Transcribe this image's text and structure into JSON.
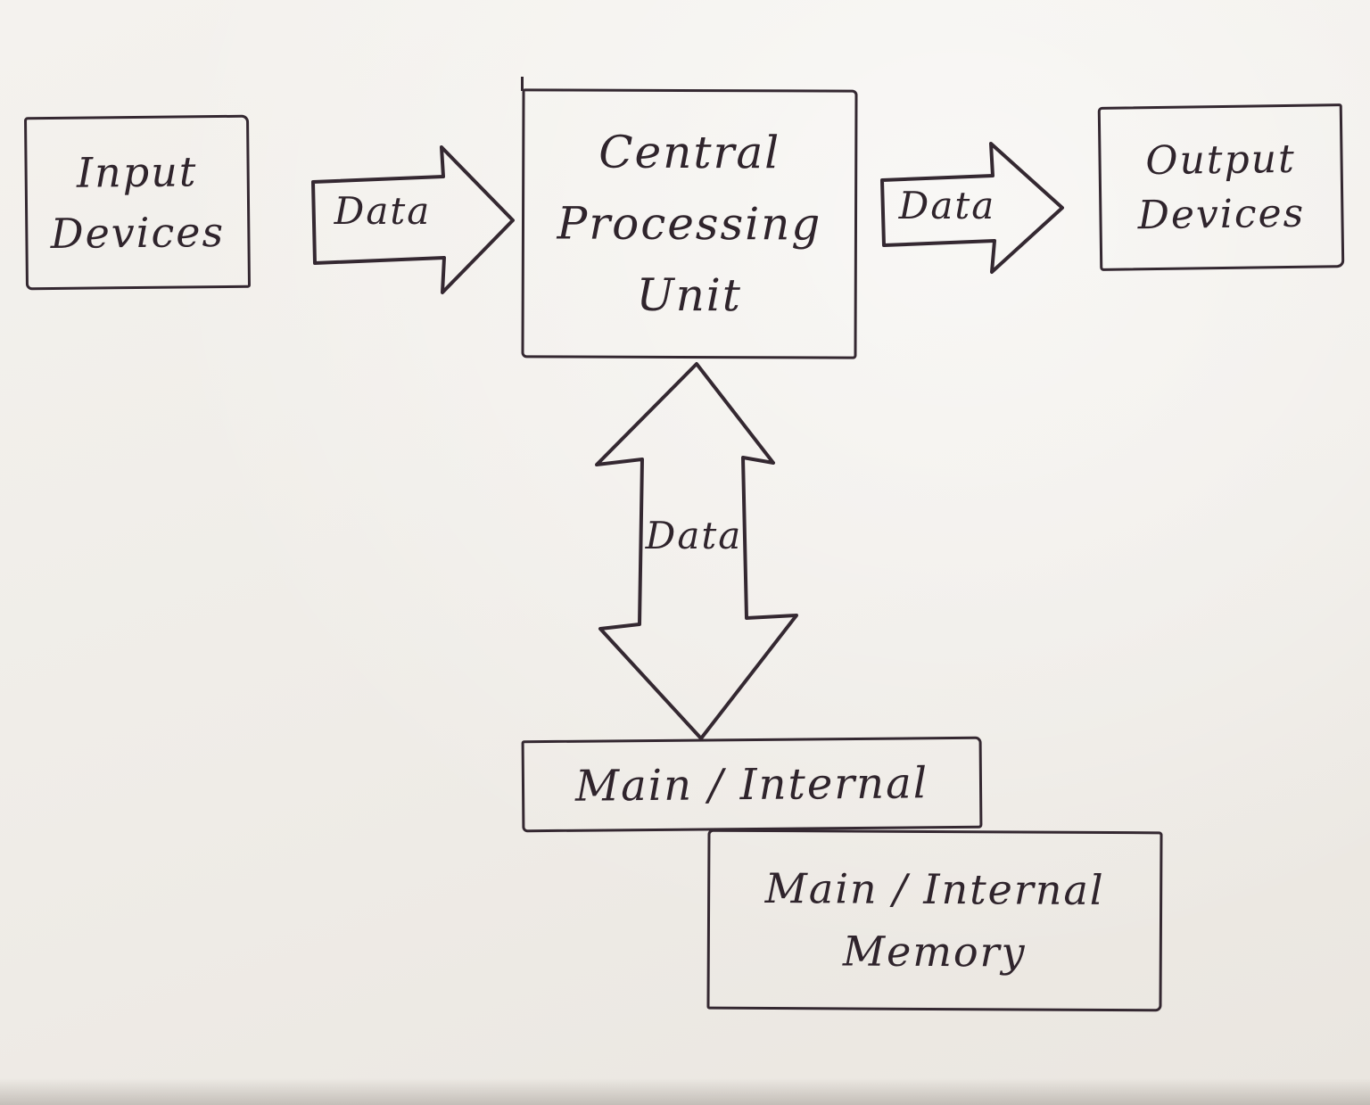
{
  "nodes": {
    "input": {
      "line1": "Input",
      "line2": "Devices"
    },
    "cpu": {
      "line1": "Central",
      "line2": "Processing",
      "line3": "Unit"
    },
    "output": {
      "line1": "Output",
      "line2": "Devices"
    },
    "main_internal": {
      "line1": "Main / Internal"
    },
    "main_internal_memory": {
      "line1": "Main / Internal",
      "line2": "Memory"
    }
  },
  "arrows": {
    "input_to_cpu": {
      "label": "Data",
      "direction": "right"
    },
    "cpu_to_output": {
      "label": "Data",
      "direction": "right"
    },
    "cpu_to_memory": {
      "label": "Data",
      "direction": "bidirectional-vertical"
    }
  },
  "colors": {
    "ink": "#342831",
    "paper": "#f2efeb"
  }
}
